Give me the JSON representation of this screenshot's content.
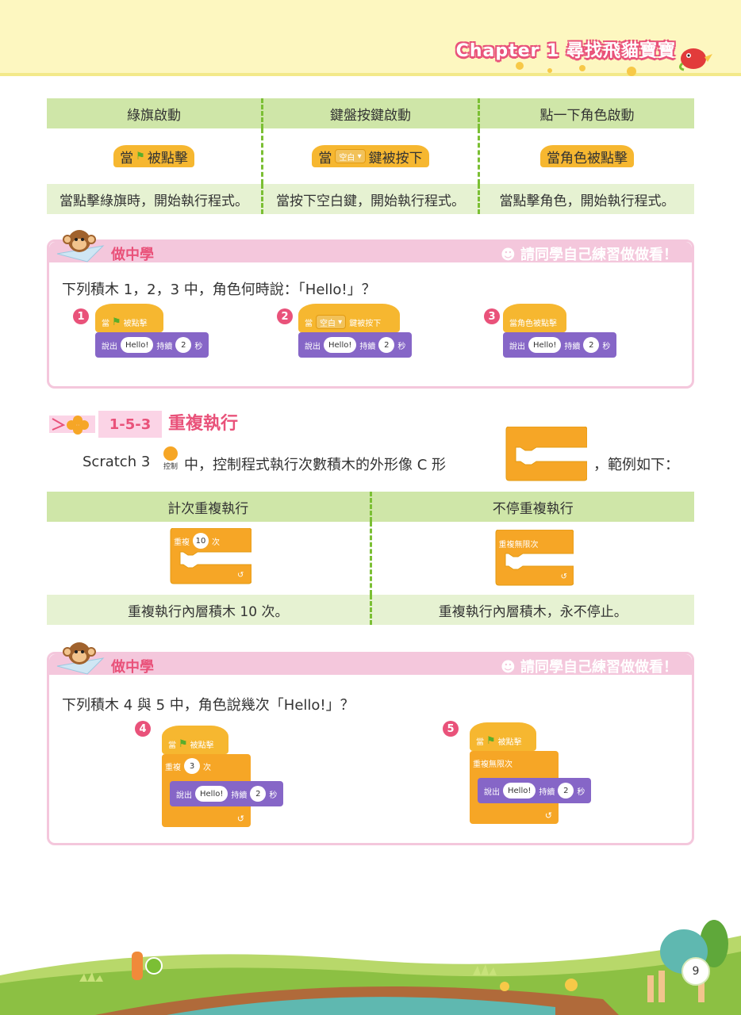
{
  "header": {
    "chapter": "Chapter 1 尋找飛貓寶寶"
  },
  "start_table": {
    "headers": [
      "綠旗啟動",
      "鍵盤按鍵啟動",
      "點一下角色啟動"
    ],
    "blocks": {
      "flag_when": "當",
      "flag_clicked": "被點擊",
      "key_when": "當",
      "key_value": "空白",
      "key_pressed": "鍵被按下",
      "sprite_clicked": "當角色被點擊"
    },
    "captions": [
      "當點擊綠旗時，開始執行程式。",
      "當按下空白鍵，開始執行程式。",
      "當點擊角色，開始執行程式。"
    ]
  },
  "practice1": {
    "title": "做中學",
    "note": "☻ 請同學自己練習做做看！",
    "question": "下列積木 1，2，3 中，角色何時說：「Hello!」？",
    "badges": [
      "1",
      "2",
      "3"
    ],
    "when": "當",
    "flag_clicked": "被點擊",
    "key_value": "空白",
    "key_pressed": "鍵被按下",
    "sprite_clicked": "當角色被點擊",
    "say": "說出",
    "hello": "Hello!",
    "for": "持續",
    "secs_value": "2",
    "secs": "秒"
  },
  "section": {
    "number": "1-5-3",
    "title": "重複執行"
  },
  "intro": {
    "part1": "Scratch 3",
    "icon_label": "控制",
    "part2": "中，控制程式執行次數積木的外形像 C 形",
    "part3": "，範例如下："
  },
  "repeat_table": {
    "headers": [
      "計次重複執行",
      "不停重複執行"
    ],
    "repeat": "重複",
    "repeat_count": "10",
    "times": "次",
    "forever": "重複無限次",
    "captions": [
      "重複執行內層積木 10 次。",
      "重複執行內層積木，永不停止。"
    ]
  },
  "practice2": {
    "title": "做中學",
    "note": "☻ 請同學自己練習做做看！",
    "question": "下列積木 4 與 5 中，角色說幾次「Hello!」？",
    "badges": [
      "4",
      "5"
    ],
    "when": "當",
    "flag_clicked": "被點擊",
    "repeat": "重複",
    "repeat_count": "3",
    "times": "次",
    "forever": "重複無限次",
    "say": "說出",
    "hello": "Hello!",
    "for": "持續",
    "secs_value": "2",
    "secs": "秒"
  },
  "page_number": "9",
  "colors": {
    "pink": "#e9527a",
    "green_header": "#cfe6a8",
    "event_yellow": "#f6b730",
    "looks_purple": "#8666c7",
    "control_orange": "#f6a626"
  }
}
